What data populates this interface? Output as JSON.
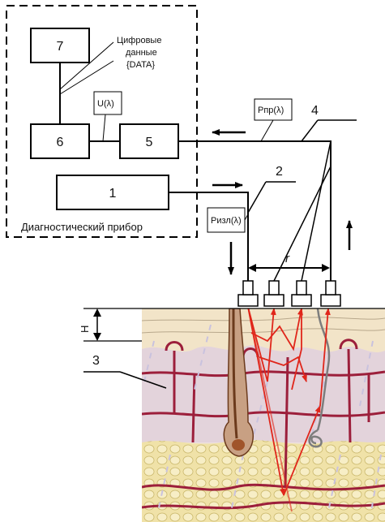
{
  "title": "Диагностический прибор",
  "blocks": {
    "b7": "7",
    "b6": "6",
    "b5": "5",
    "b1": "1"
  },
  "labels": {
    "digital_line1": "Цифровые",
    "digital_line2": "данные",
    "digital_line3": "{DATA}",
    "u_lambda": "U(λ)",
    "p_pr": "Pпр(λ)",
    "p_izl": "Pизл(λ)",
    "r": "r",
    "h": "H"
  },
  "callouts": {
    "n2": "2",
    "n3": "3",
    "n4": "4"
  },
  "colors": {
    "epidermis": "#f2e4c8",
    "dermis": "#e8d6d8",
    "fat": "#f0e2a8",
    "vessel": "#9c1f3b",
    "light_path": "#e0261b",
    "hair_follicle": "#a0542a",
    "scatter_dash": "#c9c2de"
  }
}
